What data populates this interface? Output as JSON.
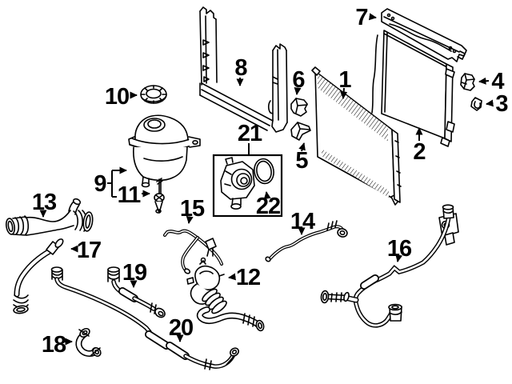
{
  "figure": {
    "background": "#ffffff",
    "line_color": "#000000",
    "label_color": "#000000"
  },
  "callouts": {
    "c1": "1",
    "c2": "2",
    "c3": "3",
    "c4": "4",
    "c5": "5",
    "c6": "6",
    "c7": "7",
    "c8": "8",
    "c9": "9",
    "c10": "10",
    "c11": "11",
    "c12": "12",
    "c13": "13",
    "c14": "14",
    "c15": "15",
    "c16": "16",
    "c17": "17",
    "c18": "18",
    "c19": "19",
    "c20": "20",
    "c21": "21",
    "c22": "22"
  }
}
